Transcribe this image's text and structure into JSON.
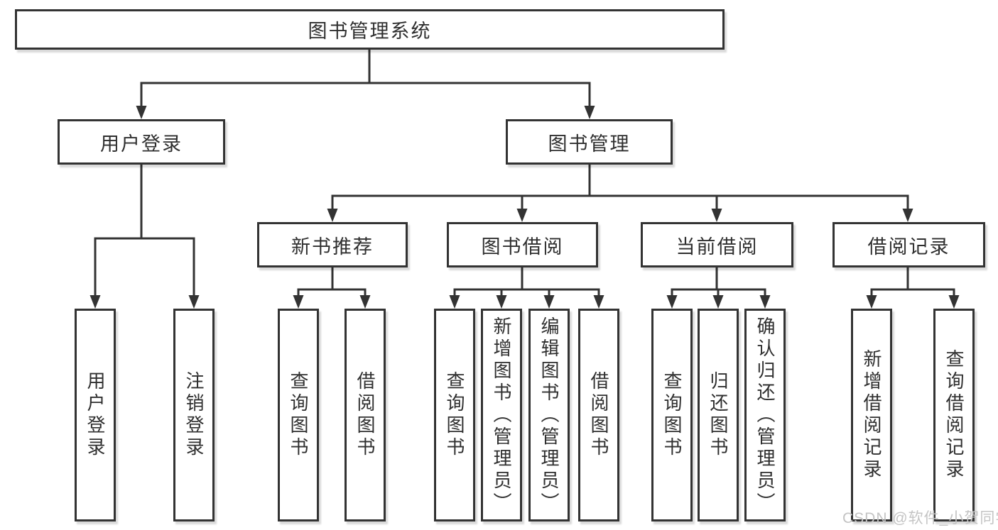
{
  "nodes": {
    "root": "图书管理系统",
    "user_login": "用户登录",
    "book_management": "图书管理",
    "new_book_recommend": "新书推荐",
    "book_borrowing": "图书借阅",
    "current_borrowing": "当前借阅",
    "borrowing_records": "借阅记录",
    "leaf_user_login": "用户登录",
    "leaf_logout": "注销登录",
    "nbr_query_books": "查询图书",
    "nbr_borrow_books": "借阅图书",
    "bb_query_books": "查询图书",
    "bb_add_books_admin": "新增图书（管理员）",
    "bb_edit_books_admin": "编辑图书（管理员）",
    "bb_borrow_books": "借阅图书",
    "cb_query_books": "查询图书",
    "cb_return_books": "归还图书",
    "cb_confirm_return_admin": "确认归还（管理员）",
    "br_add_record": "新增借阅记录",
    "br_query_record": "查询借阅记录"
  },
  "colors": {
    "line": "#333333",
    "box_border": "#333333",
    "text": "#2f2f2f",
    "watermark": "#c4c4c4",
    "background": "#ffffff"
  },
  "watermark": "CSDN @软件_小贺同学"
}
